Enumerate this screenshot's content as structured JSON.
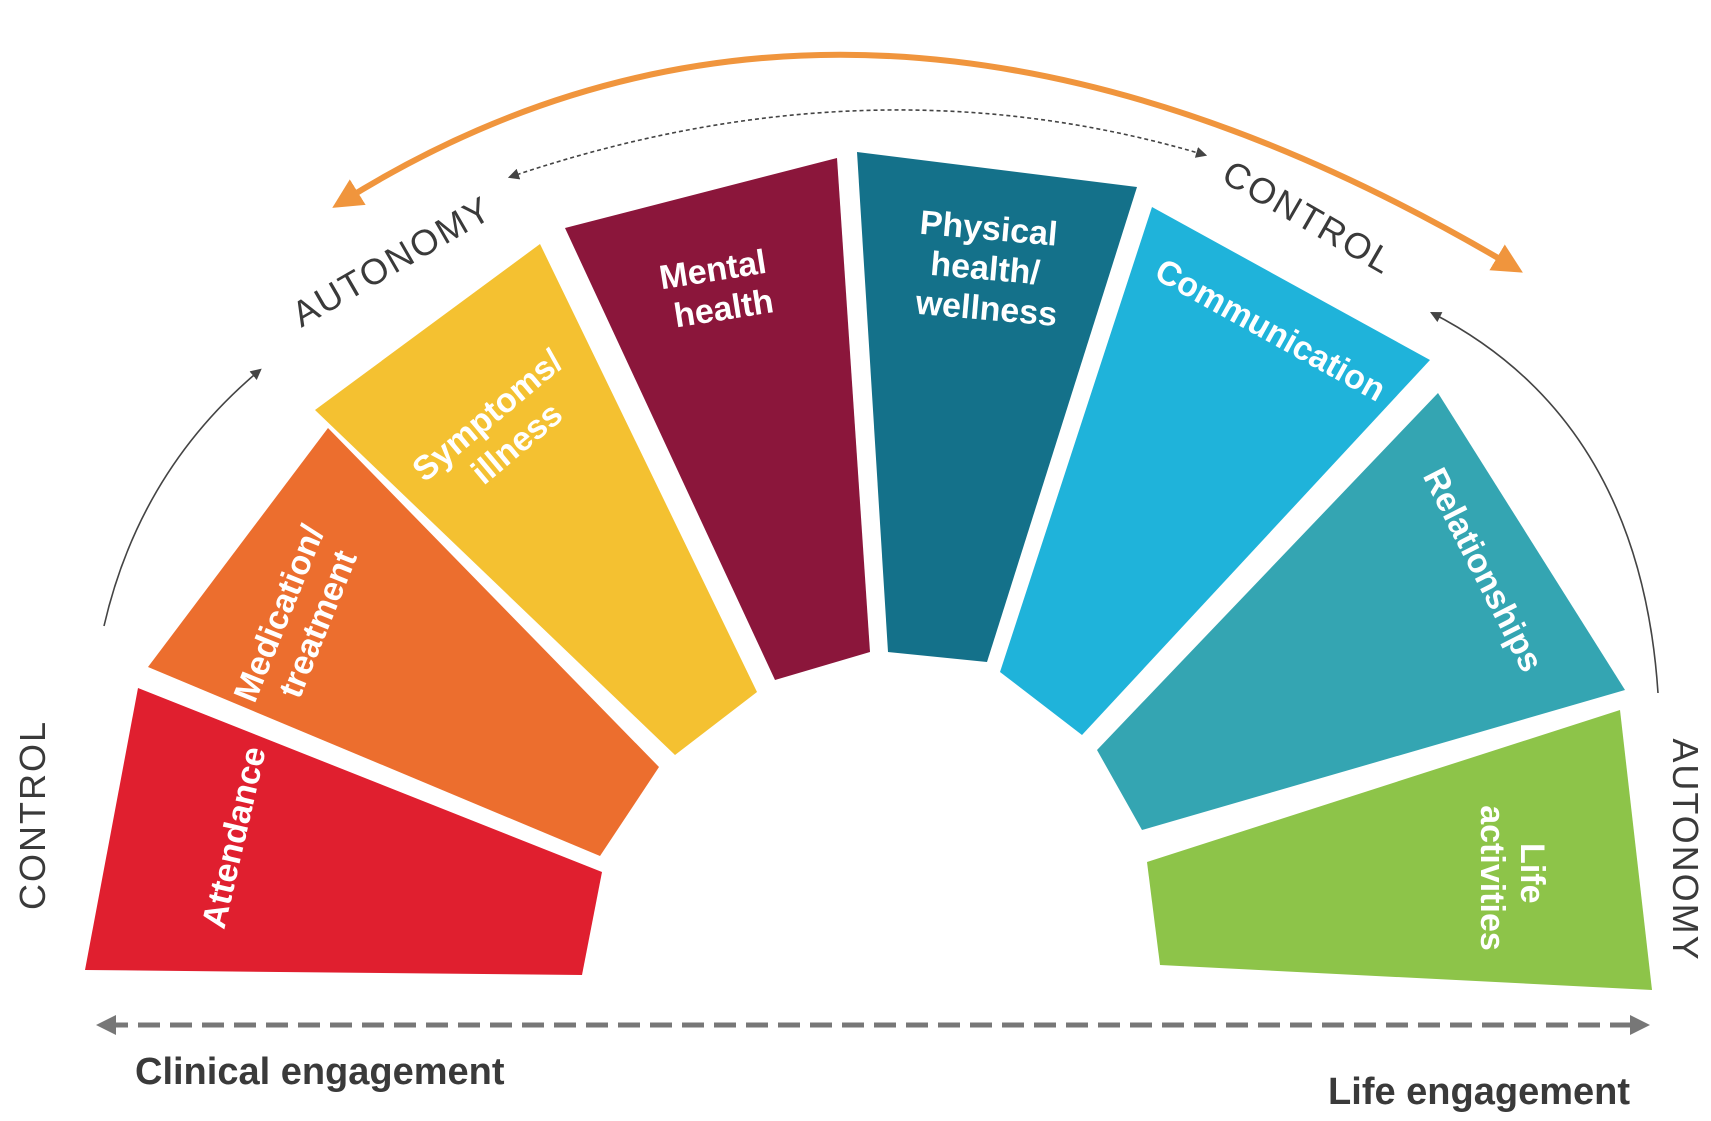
{
  "segments": [
    {
      "lines": [
        "Attendance"
      ],
      "color": "#e01f2f"
    },
    {
      "lines": [
        "Medication/",
        "treatment"
      ],
      "color": "#ec6e2e"
    },
    {
      "lines": [
        "Symptoms/",
        "illness"
      ],
      "color": "#f4c131"
    },
    {
      "lines": [
        "Mental",
        "health"
      ],
      "color": "#8b163b"
    },
    {
      "lines": [
        "Physical",
        "health/",
        "wellness"
      ],
      "color": "#14718a"
    },
    {
      "lines": [
        "Communication"
      ],
      "color": "#1fb3da"
    },
    {
      "lines": [
        "Relationships"
      ],
      "color": "#34a5b2"
    },
    {
      "lines": [
        "Life",
        "activities"
      ],
      "color": "#8dc449"
    }
  ],
  "labels": {
    "control_left": "CONTROL",
    "autonomy_top": "AUTONOMY",
    "control_top": "CONTROL",
    "autonomy_right": "AUTONOMY",
    "clinical": "Clinical engagement",
    "life": "Life engagement"
  },
  "colors": {
    "orange_arrow": "#f0953d",
    "thin_arrow": "#444444",
    "dashed_arrow": "#777777",
    "text": "#3a3a3a"
  }
}
